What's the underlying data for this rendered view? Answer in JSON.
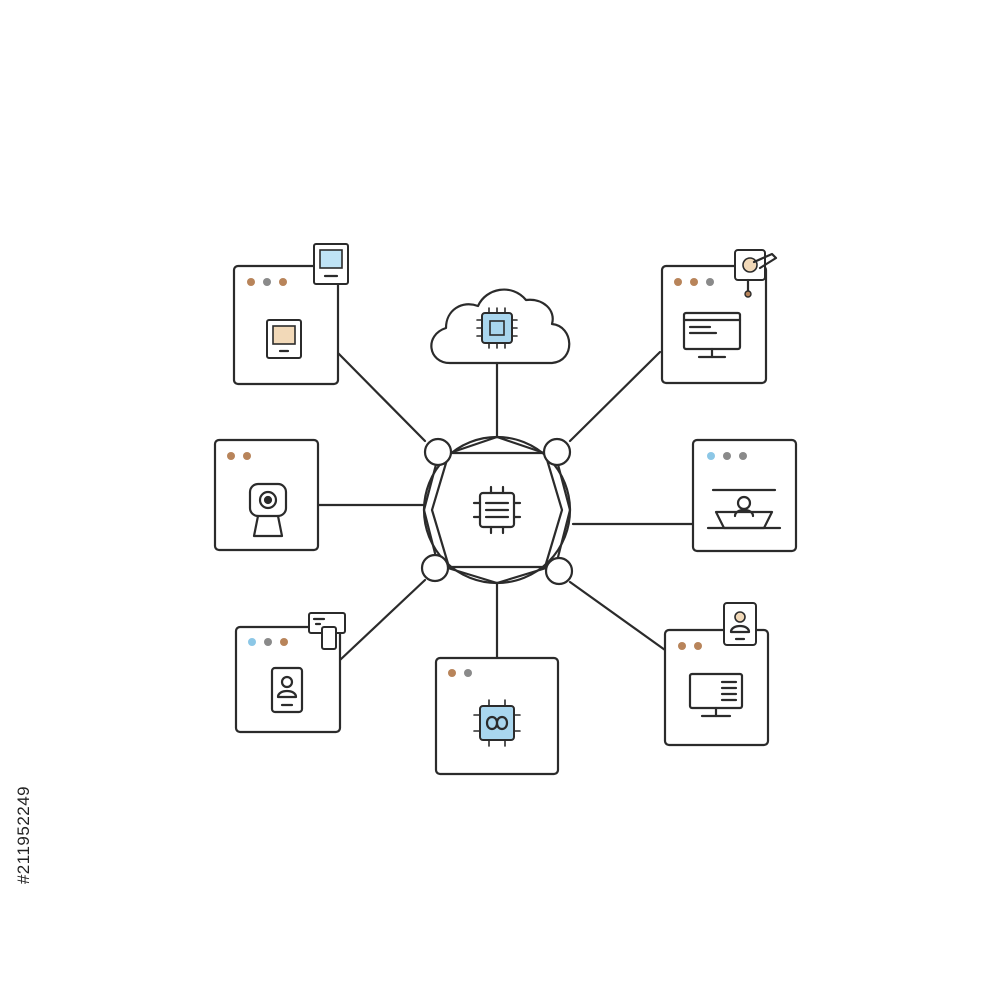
{
  "colors": {
    "stroke": "#2b2b2b",
    "chip_fill": "#a9d6ee",
    "screen_fill": "#bfe3f5",
    "dot_brown": "#b8845a",
    "dot_blue": "#8cc7e6",
    "dot_gray": "#8a8a8a",
    "skin": "#f2d9b8",
    "background": "#ffffff"
  },
  "diagram": {
    "hub": {
      "icon": "cpu-chip-icon"
    },
    "cloud": {
      "icon": "cloud-chip-icon"
    },
    "windows": [
      {
        "id": "top-left",
        "dots": 3,
        "icon": "tablet-icon",
        "badge": "monitor-icon"
      },
      {
        "id": "middle-left",
        "dots": 2,
        "icon": "webcam-icon"
      },
      {
        "id": "bottom-left",
        "dots": 3,
        "icon": "user-tablet-icon",
        "badge": "card-reader-icon"
      },
      {
        "id": "bottom-center",
        "dots": 2,
        "icon": "chip-icon"
      },
      {
        "id": "bottom-right",
        "dots": 2,
        "icon": "desktop-monitor-icon",
        "badge": "user-phone-icon"
      },
      {
        "id": "middle-right",
        "dots": 3,
        "icon": "user-platform-icon"
      },
      {
        "id": "top-right",
        "dots": 3,
        "icon": "desktop-window-icon",
        "badge": "settings-wrench-icon"
      }
    ]
  },
  "watermark": {
    "stock_id": "#211952249"
  }
}
